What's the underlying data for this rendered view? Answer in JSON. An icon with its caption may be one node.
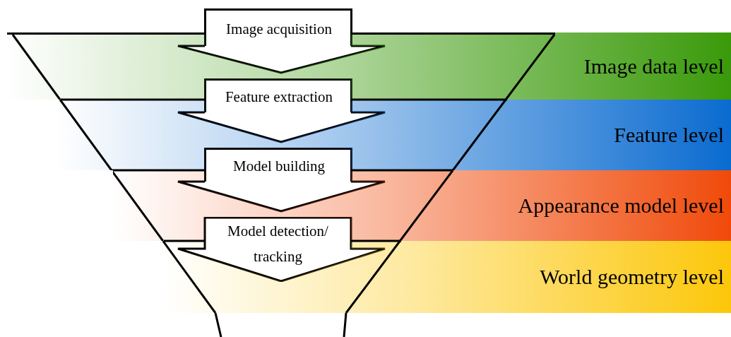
{
  "diagram": {
    "nodes": [
      {
        "text": [
          "Image data level"
        ]
      },
      {
        "text": [
          "Feature level"
        ]
      },
      {
        "text": [
          "Appearance model level"
        ]
      },
      {
        "text": [
          "World geometry level"
        ]
      },
      {
        "text": [
          "Image acquisition"
        ]
      },
      {
        "text": [
          "Feature extraction"
        ]
      },
      {
        "text": [
          "Model building"
        ]
      },
      {
        "text": [
          "Model detection/ tracking"
        ]
      }
    ],
    "edges": [
      {
        "from": 4,
        "to": 5,
        "arrow": "to"
      },
      {
        "from": 5,
        "to": 6,
        "arrow": "to"
      },
      {
        "from": 6,
        "to": 7,
        "arrow": "to"
      }
    ]
  }
}
